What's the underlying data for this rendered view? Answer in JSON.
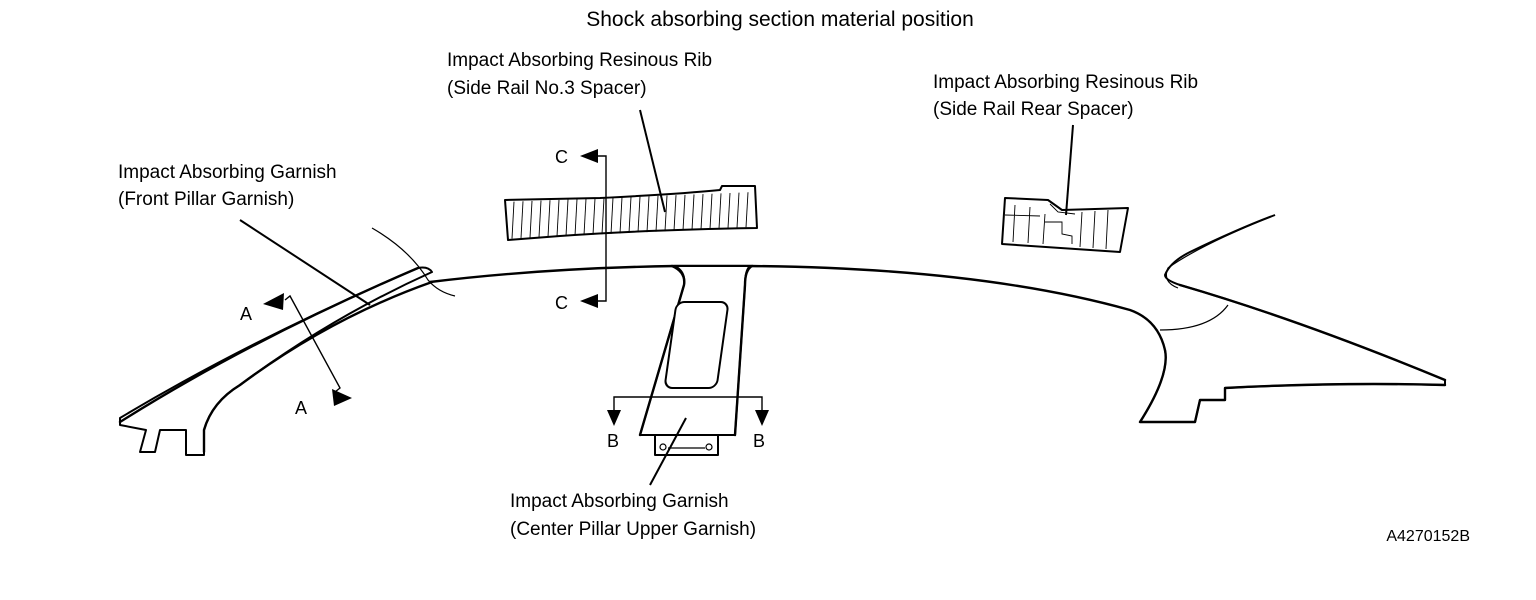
{
  "diagram": {
    "title": "Shock absorbing section material position",
    "labels": {
      "rib_no3": {
        "line1": "Impact Absorbing Resinous Rib",
        "line2": "(Side Rail No.3 Spacer)"
      },
      "rib_rear": {
        "line1": "Impact Absorbing Resinous Rib",
        "line2": "(Side Rail Rear Spacer)"
      },
      "front_pillar": {
        "line1": "Impact Absorbing Garnish",
        "line2": "(Front Pillar Garnish)"
      },
      "center_pillar": {
        "line1": "Impact Absorbing Garnish",
        "line2": "(Center Pillar Upper Garnish)"
      }
    },
    "section_markers": {
      "a_top": "A",
      "a_bottom": "A",
      "b_left": "B",
      "b_right": "B",
      "c_top": "C",
      "c_bottom": "C"
    },
    "figure_code": "A4270152B"
  }
}
